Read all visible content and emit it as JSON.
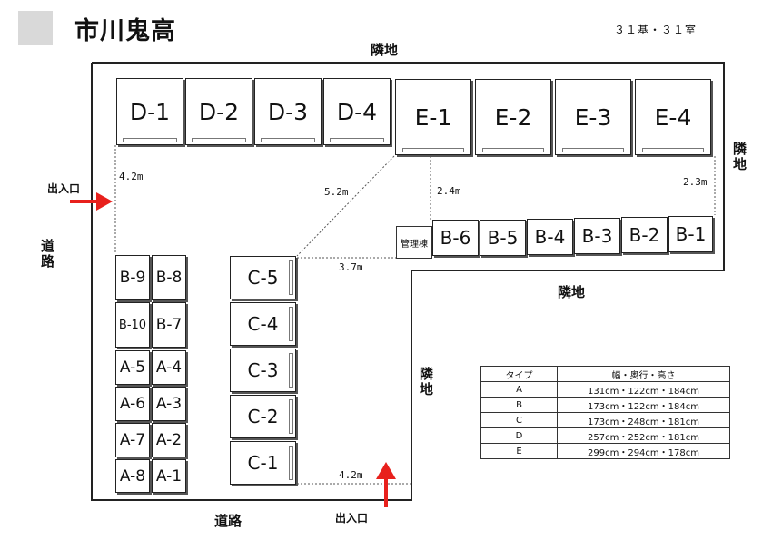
{
  "header": {
    "title": "市川鬼高",
    "count": "３１基・３１室"
  },
  "labels": {
    "neighbor_top": "隣地",
    "neighbor_right": "隣地",
    "neighbor_mid": "隣地",
    "neighbor_center": "隣地",
    "road_left": "道路",
    "road_bottom": "道路",
    "entrance_left": "出入口",
    "entrance_bottom": "出入口",
    "office": "管理棟"
  },
  "distances": {
    "d1": "4.2m",
    "d2": "5.2m",
    "d3": "2.4m",
    "d4": "2.3m",
    "d5": "3.7m",
    "d6": "4.2m"
  },
  "units": {
    "d": [
      "D-1",
      "D-2",
      "D-3",
      "D-4"
    ],
    "e": [
      "E-1",
      "E-2",
      "E-3",
      "E-4"
    ],
    "b_right": [
      "B-6",
      "B-5",
      "B-4",
      "B-3",
      "B-2",
      "B-1"
    ],
    "c": [
      "C-5",
      "C-4",
      "C-3",
      "C-2",
      "C-1"
    ],
    "left_col1": [
      "B-9",
      "B-10",
      "A-5",
      "A-6",
      "A-7",
      "A-8"
    ],
    "left_col2": [
      "B-8",
      "B-7",
      "A-4",
      "A-3",
      "A-2",
      "A-1"
    ]
  },
  "spec_table": {
    "headers": [
      "タイプ",
      "幅・奥行・高さ"
    ],
    "rows": [
      [
        "A",
        "131cm・122cm・184cm"
      ],
      [
        "B",
        "173cm・122cm・184cm"
      ],
      [
        "C",
        "173cm・248cm・181cm"
      ],
      [
        "D",
        "257cm・252cm・181cm"
      ],
      [
        "E",
        "299cm・294cm・178cm"
      ]
    ]
  },
  "colors": {
    "arrow": "#e8201c",
    "logo": "#d9d9d9"
  }
}
